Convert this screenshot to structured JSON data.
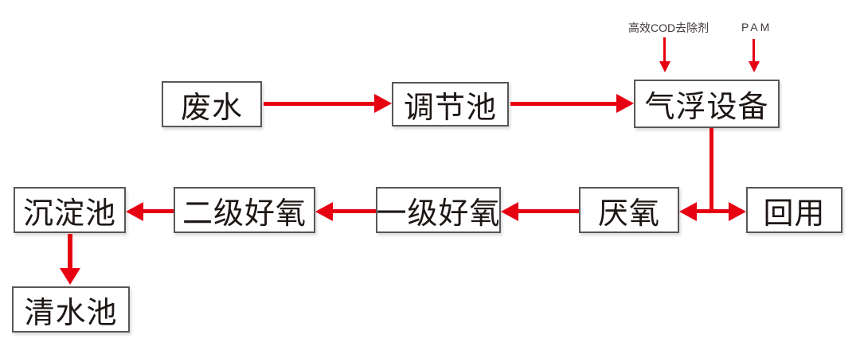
{
  "diagram": {
    "title_hint": "wastewater-treatment-process-flow",
    "nodes": {
      "wastewater": "废水",
      "regulating_tank": "调节池",
      "air_flotation": "气浮设备",
      "sedimentation_tank": "沉淀池",
      "secondary_aerobic": "二级好氧",
      "primary_aerobic": "一级好氧",
      "anaerobic": "厌氧",
      "reuse": "回用",
      "clean_water_tank": "清水池"
    },
    "annotations": {
      "cod_remover": "高效COD去除剂",
      "pam": "PAM"
    },
    "edges": [
      {
        "from": "wastewater",
        "to": "regulating_tank"
      },
      {
        "from": "regulating_tank",
        "to": "air_flotation"
      },
      {
        "from": "cod_remover",
        "to": "air_flotation"
      },
      {
        "from": "pam",
        "to": "air_flotation"
      },
      {
        "from": "air_flotation",
        "to": "anaerobic"
      },
      {
        "from": "air_flotation",
        "to": "reuse"
      },
      {
        "from": "anaerobic",
        "to": "primary_aerobic"
      },
      {
        "from": "primary_aerobic",
        "to": "secondary_aerobic"
      },
      {
        "from": "secondary_aerobic",
        "to": "sedimentation_tank"
      },
      {
        "from": "sedimentation_tank",
        "to": "clean_water_tank"
      }
    ],
    "colors": {
      "arrow": "#e60012",
      "box_border": "#5a5655",
      "text": "#1d1715",
      "annotation_text": "#3d3836",
      "background": "#ffffff"
    }
  }
}
